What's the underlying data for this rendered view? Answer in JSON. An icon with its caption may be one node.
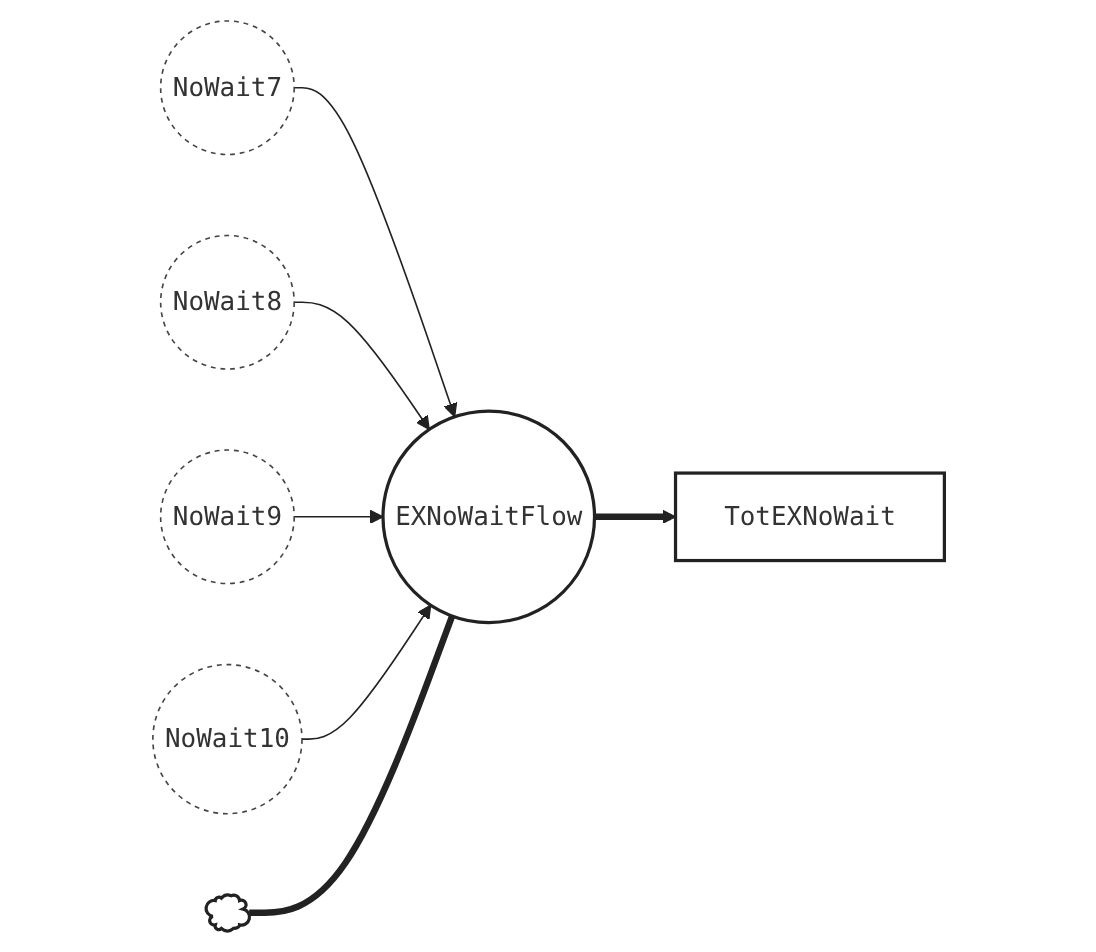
{
  "diagram": {
    "nodes": [
      {
        "text": [
          "NoWait7"
        ]
      },
      {
        "text": [
          "NoWait8"
        ]
      },
      {
        "text": [
          "NoWait9"
        ]
      },
      {
        "text": [
          "NoWait10"
        ]
      },
      {
        "text": [],
        "shape": "cloud"
      },
      {
        "text": [
          "EXNoWaitFlow"
        ]
      },
      {
        "text": [
          "TotEXNoWait"
        ]
      }
    ],
    "edges": [
      {
        "from": 0,
        "to": 5,
        "arrow": "to"
      },
      {
        "from": 1,
        "to": 5,
        "arrow": "to"
      },
      {
        "from": 2,
        "to": 5,
        "arrow": "to"
      },
      {
        "from": 3,
        "to": 5,
        "arrow": "to"
      },
      {
        "from": 4,
        "to": 5,
        "arrow": "none",
        "style": "thick"
      },
      {
        "from": 5,
        "to": 6,
        "arrow": "to",
        "style": "thick"
      }
    ]
  }
}
